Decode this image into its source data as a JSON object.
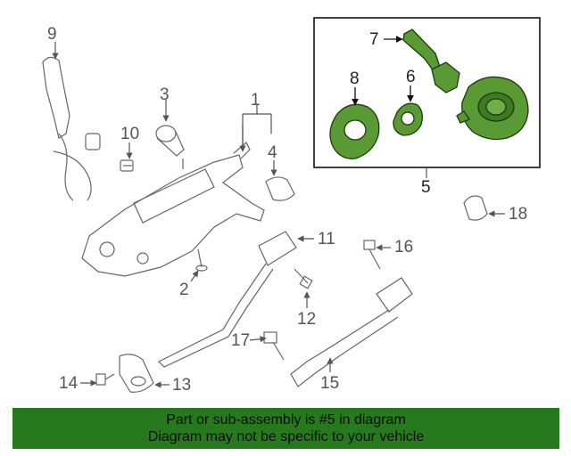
{
  "callouts": {
    "n1": "1",
    "n2": "2",
    "n3": "3",
    "n4": "4",
    "n5": "5",
    "n6": "6",
    "n7": "7",
    "n8": "8",
    "n9": "9",
    "n10": "10",
    "n11": "11",
    "n12": "12",
    "n13": "13",
    "n14": "14",
    "n15": "15",
    "n16": "16",
    "n17": "17",
    "n18": "18"
  },
  "banner": {
    "line1": "Part or sub-assembly is #5 in diagram",
    "line2": "Diagram may not be specific to your vehicle"
  },
  "colors": {
    "highlight": "#5a9a34",
    "banner": "#267a1d",
    "line": "#555555"
  },
  "icons": [
    "steering-column-icon",
    "clockspring-icon",
    "switch-lever-icon",
    "shaft-icon",
    "bolt-icon"
  ]
}
